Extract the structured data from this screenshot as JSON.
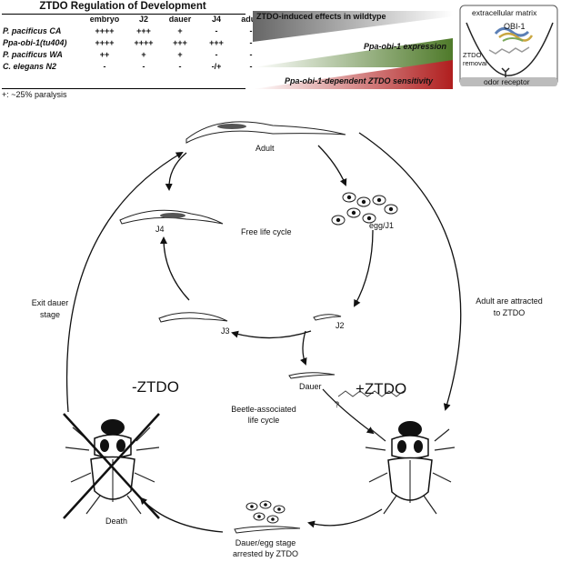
{
  "table": {
    "title": "ZTDO Regulation of Development",
    "columns": [
      "embryo",
      "J2",
      "dauer",
      "J4",
      "adult"
    ],
    "rows": [
      {
        "strain": "P. pacificus CA",
        "values": [
          "++++",
          "+++",
          "+",
          "-",
          "-"
        ]
      },
      {
        "strain": "Ppa-obi-1(tu404)",
        "values": [
          "++++",
          "++++",
          "+++",
          "+++",
          "-"
        ]
      },
      {
        "strain": "P. pacificus WA",
        "values": [
          "++",
          "+",
          "+",
          "-",
          "-"
        ]
      },
      {
        "strain": "C. elegans N2",
        "values": [
          "-",
          "-",
          "-",
          "-/+",
          "-"
        ]
      }
    ],
    "footnote": "+: ~25% paralysis"
  },
  "bars": [
    {
      "label": "ZTDO-induced effects in wildtype",
      "color": "#6e6e6e"
    },
    {
      "label": "Ppa-obi-1 expression",
      "color": "#4f7a2a"
    },
    {
      "label": "Ppa-obi-1-dependent ZTDO sensitivity",
      "color": "#b01e1e"
    }
  ],
  "schematic": {
    "matrix_label": "extracellular matrix",
    "protein_label": "OBI-1",
    "removal_label": "ZTDO removal",
    "receptor_label": "odor receptor"
  },
  "cycle": {
    "adult": "Adult",
    "egg": "egg/J1",
    "j2": "J2",
    "j3": "J3",
    "j4": "J4",
    "dauer": "Dauer",
    "question": "?",
    "free": "Free life cycle",
    "beetle": "Beetle-associated life cycle",
    "exit": "Exit dauer stage",
    "attract": "Adult are attracted to ZTDO",
    "minus": "-ZTDO",
    "plus": "+ZTDO",
    "death": "Death",
    "arrest": "Dauer/egg stage arrested by ZTDO"
  }
}
